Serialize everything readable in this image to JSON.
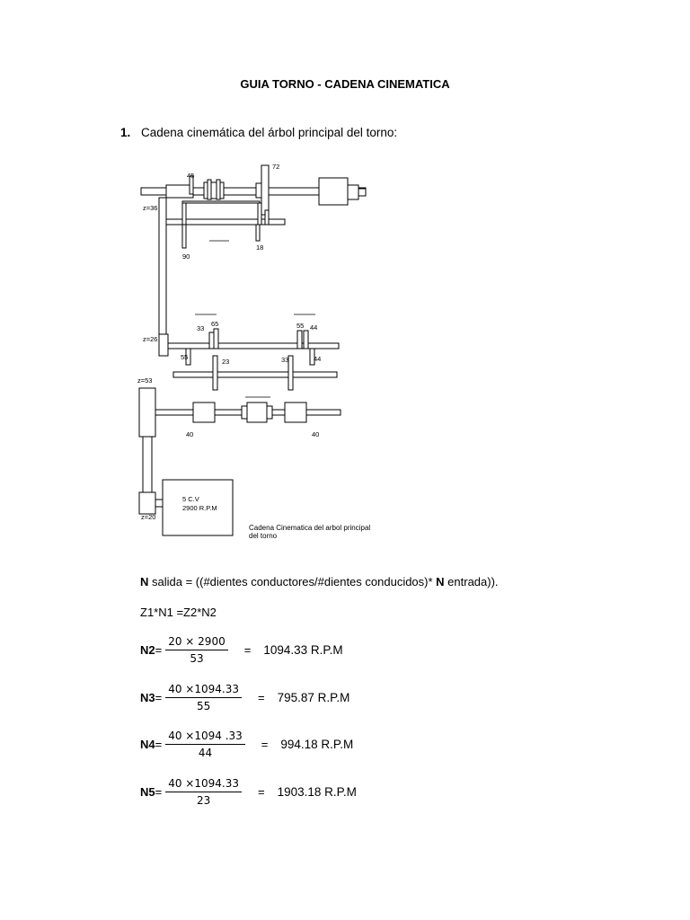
{
  "title": "GUIA TORNO - CADENA CINEMATICA",
  "section": {
    "number": "1.",
    "text": "Cadena cinemática del árbol principal del torno:"
  },
  "diagram": {
    "labels": {
      "g45": "45",
      "g72": "72",
      "z36": "z=36",
      "g90": "90",
      "g18": "18",
      "g33a": "33",
      "g65": "65",
      "g55a": "55",
      "g44a": "44",
      "z26": "z=26",
      "g55b": "55",
      "g23": "23",
      "g33b": "33",
      "g44b": "44",
      "z53": "z=53",
      "g40a": "40",
      "g40b": "40",
      "z20": "z=20"
    },
    "motor": {
      "power": "5  C.V",
      "speed": "2900  R.P.M"
    },
    "caption": [
      "Cadena Cinematica del arbol principal",
      "del torno"
    ]
  },
  "formula_general": {
    "n1": "N",
    "text1": " salida = ((#dientes conductores/#dientes conducidos)* ",
    "n2": "N",
    "text2": " entrada))."
  },
  "formula_ratio": "Z1*N1 =Z2*N2",
  "equations": [
    {
      "lhs": "N2",
      "sep": " = ",
      "numerator": "20 × 2900",
      "denominator": "53",
      "equals": "=",
      "result": "1094.33 R.P.M"
    },
    {
      "lhs": "N3",
      "sep": " =",
      "numerator": "40 ×1094.33",
      "denominator": "55",
      "equals": "=",
      "result": "795.87 R.P.M"
    },
    {
      "lhs": "N4",
      "sep": " =",
      "numerator": "40 ×1094 .33",
      "denominator": "44",
      "equals": "=",
      "result": "994.18 R.P.M"
    },
    {
      "lhs": "N5",
      "sep": " =",
      "numerator": "40 ×1094.33",
      "denominator": "23",
      "equals": "=",
      "result": "1903.18 R.P.M"
    }
  ]
}
